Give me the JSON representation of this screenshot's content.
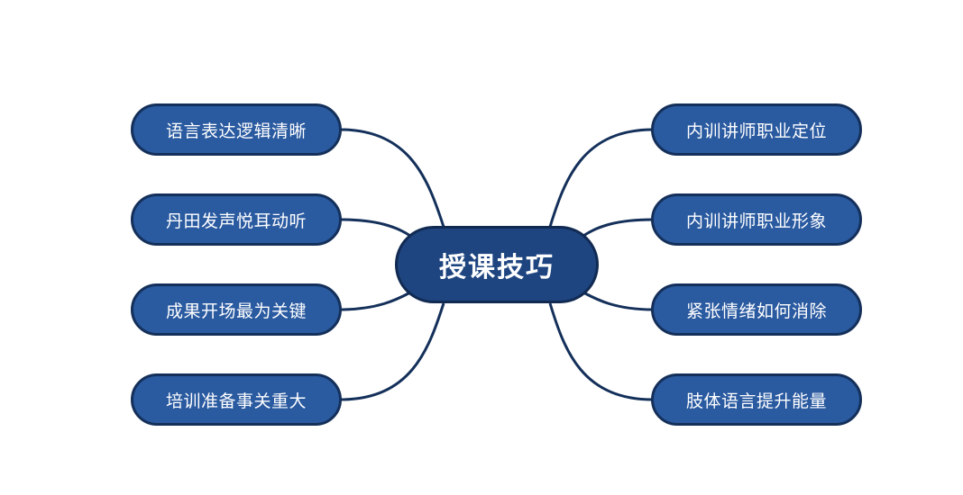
{
  "mindmap": {
    "center": {
      "label": "授课技巧"
    },
    "left_branches": [
      {
        "label": "语言表达逻辑清晰"
      },
      {
        "label": "丹田发声悦耳动听"
      },
      {
        "label": "成果开场最为关键"
      },
      {
        "label": "培训准备事关重大"
      }
    ],
    "right_branches": [
      {
        "label": "内训讲师职业定位"
      },
      {
        "label": "内训讲师职业形象"
      },
      {
        "label": "紧张情绪如何消除"
      },
      {
        "label": "肢体语言提升能量"
      }
    ]
  },
  "colors": {
    "node_fill": "#2a5aa0",
    "node_border": "#14305a",
    "center_fill": "#1e4580",
    "connector": "#14305a",
    "text": "#ffffff",
    "background": "#ffffff"
  }
}
